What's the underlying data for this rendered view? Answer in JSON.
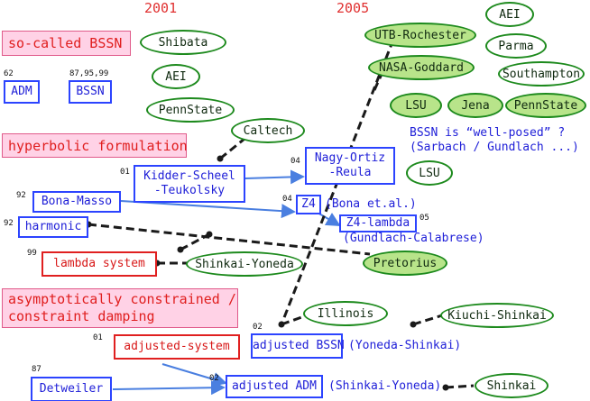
{
  "years": {
    "y2001": "2001",
    "y2005": "2005"
  },
  "sections": {
    "so_called_bssn": "so-called BSSN",
    "hyperbolic": "hyperbolic formulation",
    "asymptotic_line1": "asymptotically constrained /",
    "asymptotic_line2": "constraint damping"
  },
  "boxes": {
    "adm": {
      "label": "ADM",
      "year": "62"
    },
    "bssn": {
      "label": "BSSN",
      "year": "87,95,99"
    },
    "kst": {
      "line1": "Kidder-Scheel",
      "line2": "-Teukolsky",
      "year": "01"
    },
    "bona_masso": {
      "label": "Bona-Masso",
      "year": "92"
    },
    "harmonic": {
      "label": "harmonic",
      "year": "92"
    },
    "lambda": {
      "label": "lambda system",
      "year": "99"
    },
    "nor": {
      "line1": "Nagy-Ortiz",
      "line2": "-Reula",
      "year": "04"
    },
    "z4": {
      "label": "Z4",
      "year": "04",
      "note": "(Bona et.al.)"
    },
    "z4_lambda": {
      "label": "Z4-lambda",
      "year": "05",
      "note": "(Gundlach-Calabrese)"
    },
    "adjusted_system": {
      "label": "adjusted-system",
      "year": "01"
    },
    "adjusted_bssn": {
      "label": "adjusted BSSN",
      "year": "02",
      "note": "(Yoneda-Shinkai)"
    },
    "detweiler": {
      "label": "Detweiler",
      "year": "87"
    },
    "adjusted_adm": {
      "label": "adjusted ADM",
      "year": "02",
      "note": "(Shinkai-Yoneda)"
    }
  },
  "ovals": {
    "shibata": "Shibata",
    "aei_left": "AEI",
    "pennstate_left": "PennState",
    "caltech": "Caltech",
    "utb": "UTB-Rochester",
    "nasa": "NASA-Goddard",
    "aei_right": "AEI",
    "parma": "Parma",
    "southampton": "Southampton",
    "lsu_top": "LSU",
    "jena": "Jena",
    "pennstate_right": "PennState",
    "lsu_mid": "LSU",
    "shinkai_yoneda": "Shinkai-Yoneda",
    "pretorius": "Pretorius",
    "illinois": "Illinois",
    "kiuchi_shinkai": "Kiuchi-Shinkai",
    "shinkai": "Shinkai"
  },
  "notes": {
    "well_posed_line1": "BSSN is “well-posed” ?",
    "well_posed_line2": "(Sarbach / Gundlach ...)"
  },
  "colors": {
    "blue": "#2c44ff",
    "red": "#e02020",
    "green_fill": "#b8e48a",
    "pink_fill": "#ffd2e6",
    "dash_line": "#1a1a1a",
    "arrow": "#4a7fe0"
  }
}
